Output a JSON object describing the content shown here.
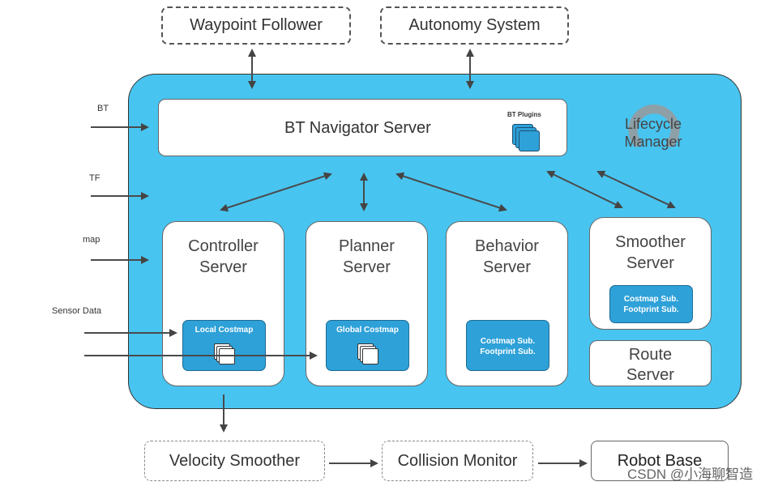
{
  "external": {
    "waypoint_follower": "Waypoint Follower",
    "autonomy_system": "Autonomy System"
  },
  "inputs": {
    "bt": "BT",
    "tf": "TF",
    "map": "map",
    "sensor": "Sensor Data"
  },
  "navigator": {
    "title": "BT Navigator Server",
    "plugins": "BT Plugins"
  },
  "lifecycle": {
    "line1": "Lifecycle",
    "line2": "Manager"
  },
  "servers": {
    "controller": {
      "line1": "Controller",
      "line2": "Server",
      "costmap": "Local Costmap"
    },
    "planner": {
      "line1": "Planner",
      "line2": "Server",
      "costmap": "Global Costmap"
    },
    "behavior": {
      "line1": "Behavior",
      "line2": "Server",
      "sub1": "Costmap Sub.",
      "sub2": "Footprint Sub."
    },
    "smoother": {
      "line1": "Smoother",
      "line2": "Server",
      "sub1": "Costmap Sub.",
      "sub2": "Footprint Sub."
    },
    "route": {
      "line1": "Route",
      "line2": "Server"
    }
  },
  "bottom": {
    "velocity_smoother": "Velocity Smoother",
    "collision_monitor": "Collision Monitor",
    "robot_base": "Robot Base"
  },
  "watermark": "CSDN @小海聊智造"
}
